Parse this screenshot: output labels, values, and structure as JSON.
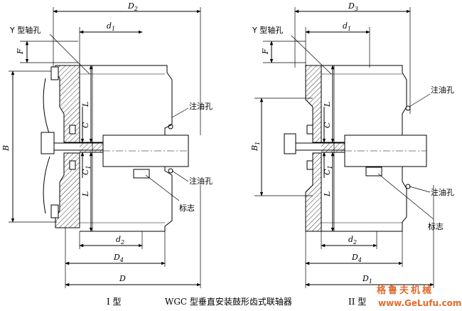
{
  "figure": {
    "caption_type1": "I 型",
    "caption_title": "WGC 型垂直安装鼓形齿式联轴器",
    "caption_type2": "II 型"
  },
  "left_view": {
    "dim_D2": "D",
    "dim_D2_sub": "2",
    "dim_d1": "d",
    "dim_d1_sub": "1",
    "dim_F": "F",
    "dim_B": "B",
    "dim_L_top": "L",
    "dim_C": "C",
    "dim_C1": "C",
    "dim_C1_sub": "1",
    "dim_L_bottom": "L",
    "dim_d2": "d",
    "dim_d2_sub": "2",
    "dim_D4": "D",
    "dim_D4_sub": "4",
    "dim_D": "D",
    "label_y_hole": "Y 型轴孔",
    "label_oil_hole_1": "注油孔",
    "label_oil_hole_2": "注油孔",
    "label_mark": "标志"
  },
  "right_view": {
    "dim_D3": "D",
    "dim_D3_sub": "3",
    "dim_d1": "d",
    "dim_d1_sub": "1",
    "dim_F": "F",
    "dim_B1": "B",
    "dim_B1_sub": "1",
    "dim_L_top": "L",
    "dim_C": "C",
    "dim_C1": "C",
    "dim_C1_sub": "1",
    "dim_L_bottom": "L",
    "dim_d2": "d",
    "dim_d2_sub": "2",
    "dim_D4": "D",
    "dim_D4_sub": "4",
    "dim_D1": "D",
    "dim_D1_sub": "1",
    "label_y_hole": "Y 型轴孔",
    "label_oil_hole_1": "注油孔",
    "label_oil_hole_2": "注油孔",
    "label_mark": "标志"
  },
  "watermark": {
    "brand": "格鲁夫机械",
    "url": "www.GeLufu.com"
  }
}
